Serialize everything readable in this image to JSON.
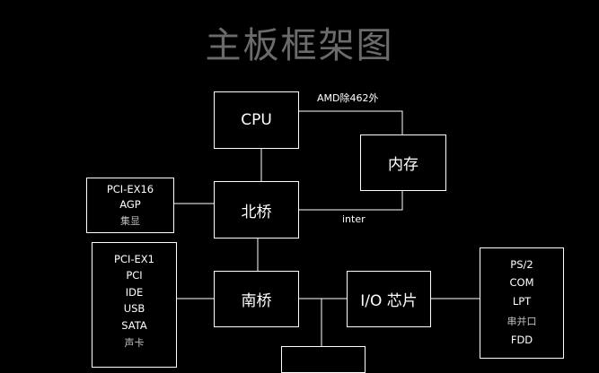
{
  "title": "主板框架图",
  "nodes": {
    "cpu": "CPU",
    "memory": "内存",
    "northbridge": "北桥",
    "southbridge": "南桥",
    "io_chip": "I/O 芯片"
  },
  "edge_labels": {
    "amd": "AMD除462外",
    "inter": "inter"
  },
  "graphics_box": {
    "items": [
      "PCI-EX16",
      "AGP",
      "集显"
    ]
  },
  "expansion_box": {
    "items": [
      "PCI-EX1",
      "PCI",
      "IDE",
      "USB",
      "SATA",
      "声卡"
    ]
  },
  "legacy_box": {
    "items": [
      "PS/2",
      "COM",
      "LPT",
      "串并口",
      "FDD"
    ]
  }
}
